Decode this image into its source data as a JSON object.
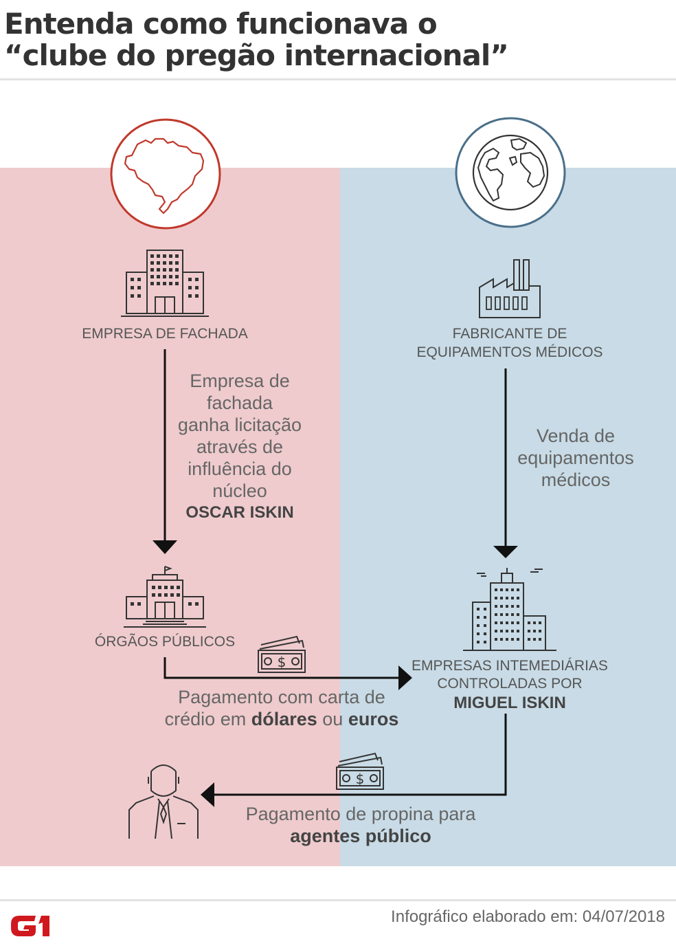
{
  "title": {
    "line1": "Entenda como funcionava o",
    "line2": "“clube do pregão internacional”"
  },
  "nodes": {
    "fachada": "EMPRESA DE FACHADA",
    "orgaos": "ÓRGÃOS PÚBLICOS",
    "fabricante_line1": "FABRICANTE DE",
    "fabricante_line2": "EQUIPAMENTOS MÉDICOS",
    "intermediarias_line1": "EMPRESAS INTEMEDIÁRIAS",
    "intermediarias_line2": "CONTROLADAS POR",
    "intermediarias_bold": "MIGUEL ISKIN"
  },
  "edges": {
    "licitacao_lines": [
      "Empresa de",
      "fachada",
      "ganha licitação",
      "através de",
      "influência do",
      "núcleo"
    ],
    "licitacao_bold": "OSCAR ISKIN",
    "venda_lines": [
      "Venda de",
      "equipamentos",
      "médicos"
    ],
    "pagamento_line1": "Pagamento com carta de",
    "pagamento_line2_prefix": "crédio em ",
    "pagamento_bold1": "dólares",
    "pagamento_mid": " ou ",
    "pagamento_bold2": "euros",
    "propina_line1": "Pagamento de propina para",
    "propina_bold": "agentes público"
  },
  "icons": {
    "brazil": "brazil-map-icon",
    "globe": "globe-icon",
    "building": "office-building-icon",
    "factory": "factory-icon",
    "government": "government-building-icon",
    "skyscraper": "skyscraper-icon",
    "money": "money-bills-icon",
    "person": "public-agent-person-icon"
  },
  "colors": {
    "left_panel": "#efcbcd",
    "right_panel": "#c8dbe6",
    "brazil_circle": "#c0392b",
    "globe_circle": "#4a6f8a",
    "brand": "#d0181f"
  },
  "footer": {
    "logo": "G1",
    "credit": "Infográfico elaborado em: 04/07/2018"
  }
}
